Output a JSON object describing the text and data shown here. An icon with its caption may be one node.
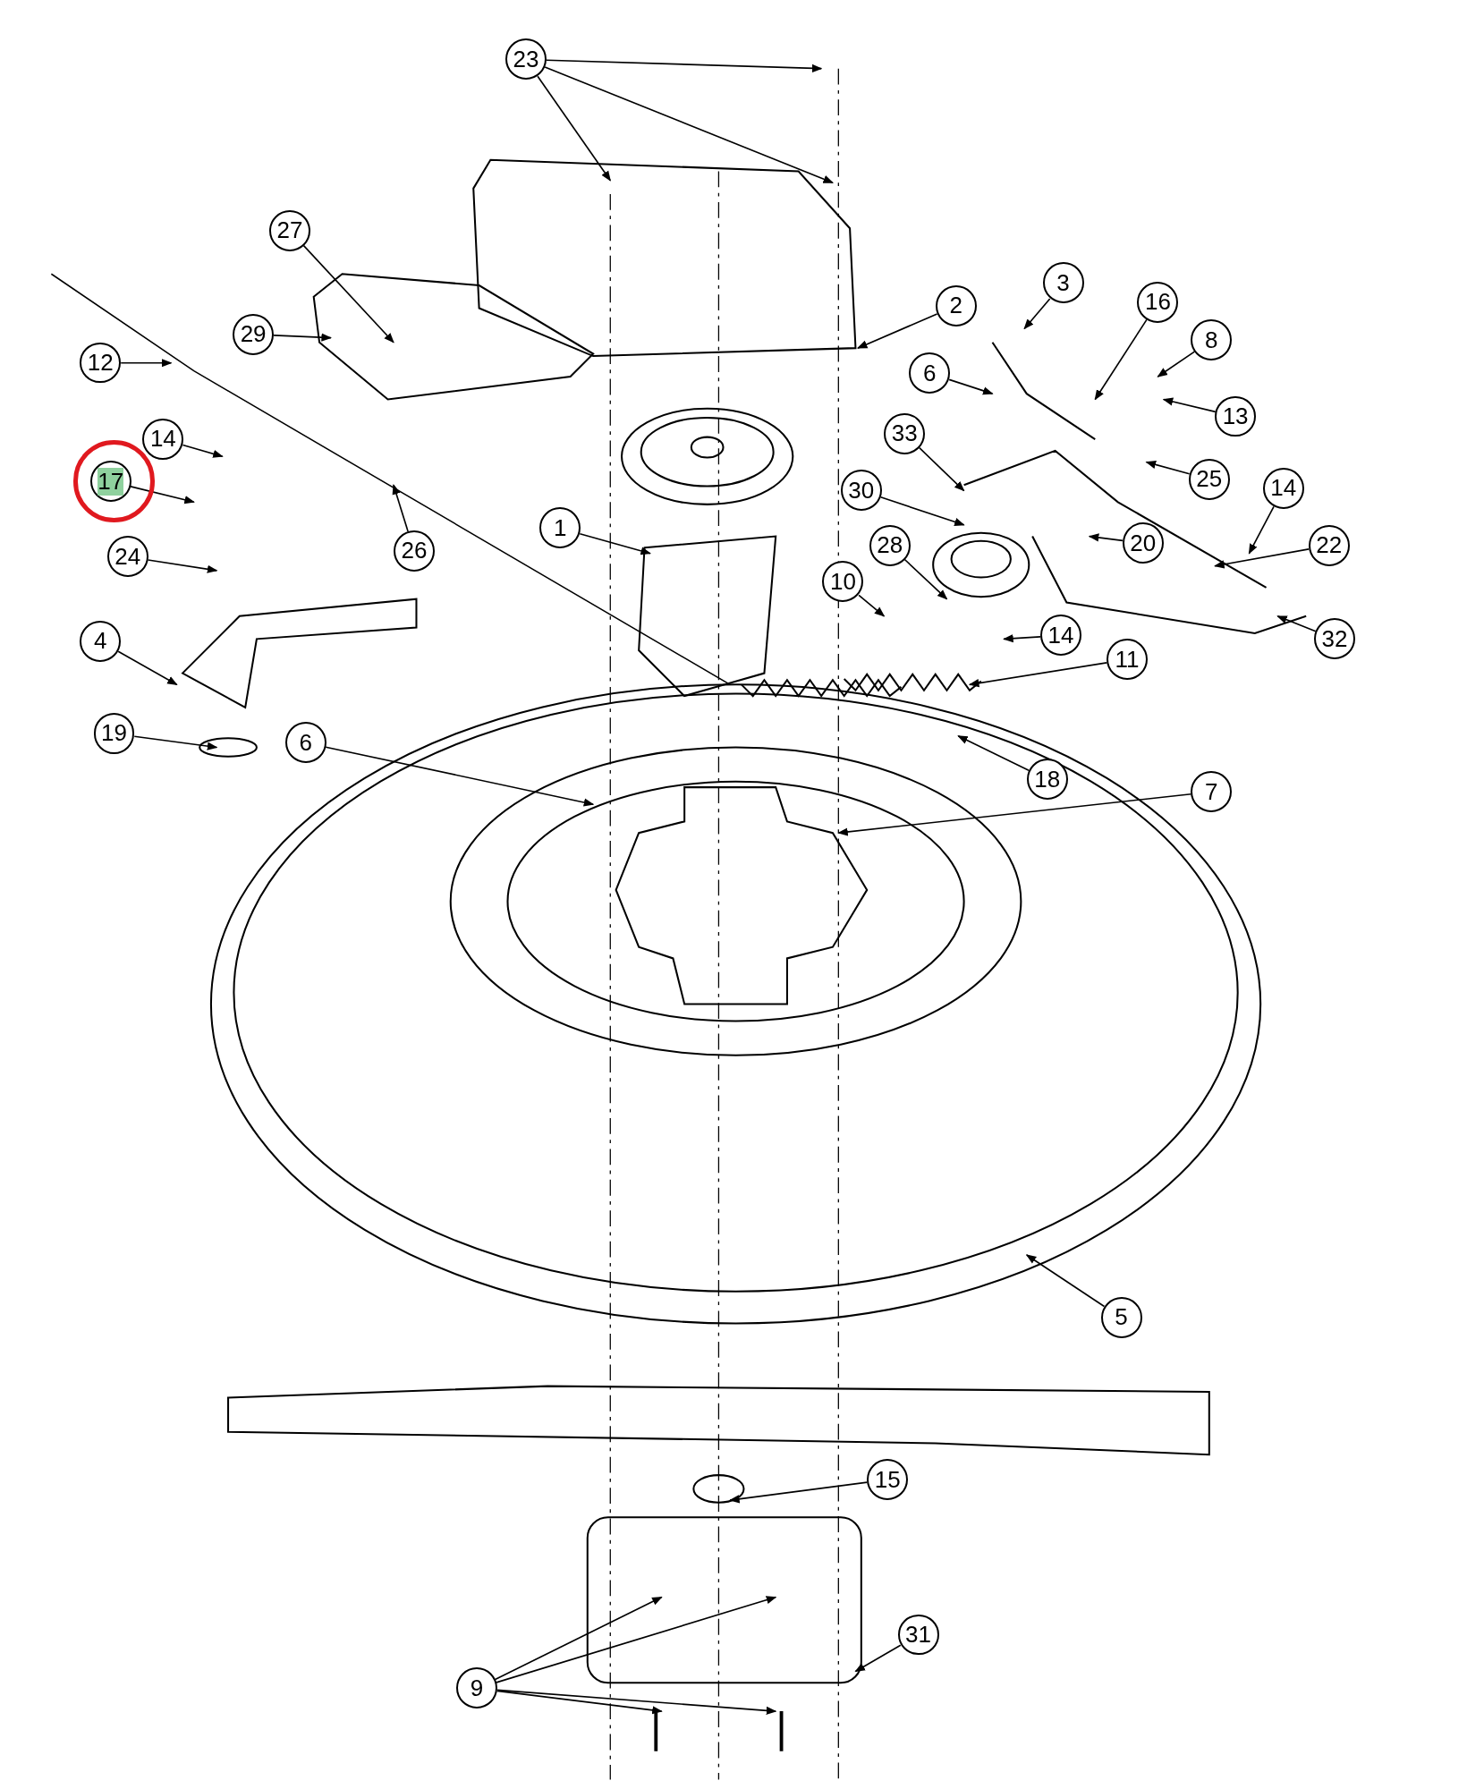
{
  "diagram": {
    "nodes": [
      {
        "text": [
          "23"
        ]
      },
      {
        "text": [
          "27"
        ]
      },
      {
        "text": [
          "29"
        ]
      },
      {
        "text": [
          "3"
        ]
      },
      {
        "text": [
          "2"
        ]
      },
      {
        "text": [
          "16"
        ]
      },
      {
        "text": [
          "8"
        ]
      },
      {
        "text": [
          "6"
        ]
      },
      {
        "text": [
          "12"
        ]
      },
      {
        "text": [
          "13"
        ]
      },
      {
        "text": [
          "33"
        ]
      },
      {
        "text": [],
        "shape": "circle"
      },
      {
        "text": [
          "14"
        ]
      },
      {
        "text": [
          "17"
        ],
        "in": 11
      },
      {
        "text": [
          "25"
        ]
      },
      {
        "text": [
          "30"
        ]
      },
      {
        "text": [
          "14"
        ]
      },
      {
        "text": [
          "1"
        ]
      },
      {
        "text": [
          "20"
        ]
      },
      {
        "text": [
          "26"
        ]
      },
      {
        "text": [
          "22"
        ]
      },
      {
        "text": [
          "24"
        ]
      },
      {
        "text": [
          "28"
        ]
      },
      {
        "text": [
          "10"
        ]
      },
      {
        "text": [
          "14"
        ]
      },
      {
        "text": [
          "32"
        ]
      },
      {
        "text": [
          "4"
        ]
      },
      {
        "text": [
          "11"
        ]
      },
      {
        "text": [
          "19"
        ]
      },
      {
        "text": [
          "6"
        ]
      },
      {
        "text": [
          "18"
        ]
      },
      {
        "text": [
          "7"
        ]
      },
      {
        "text": [
          "5"
        ]
      },
      {
        "text": [
          "15"
        ]
      },
      {
        "text": [
          "31"
        ]
      },
      {
        "text": [
          "9"
        ]
      }
    ],
    "edges": [
      {
        "from": 0,
        "to": null,
        "arrow": "to"
      },
      {
        "from": 0,
        "to": null,
        "arrow": "to"
      },
      {
        "from": 0,
        "to": null,
        "arrow": "to"
      },
      {
        "from": 1,
        "to": null,
        "arrow": "to"
      },
      {
        "from": 2,
        "to": null,
        "arrow": "to"
      },
      {
        "from": 3,
        "to": null,
        "arrow": "to"
      },
      {
        "from": 4,
        "to": null,
        "arrow": "to"
      },
      {
        "from": 5,
        "to": null,
        "arrow": "to"
      },
      {
        "from": 6,
        "to": null,
        "arrow": "to"
      },
      {
        "from": 7,
        "to": null,
        "arrow": "to"
      },
      {
        "from": 8,
        "to": null,
        "arrow": "to"
      },
      {
        "from": 9,
        "to": null,
        "arrow": "to"
      },
      {
        "from": 10,
        "to": null,
        "arrow": "to"
      },
      {
        "from": 12,
        "to": null,
        "arrow": "to"
      },
      {
        "from": 13,
        "to": null,
        "arrow": "to"
      },
      {
        "from": 14,
        "to": null,
        "arrow": "to"
      },
      {
        "from": 15,
        "to": null,
        "arrow": "to"
      },
      {
        "from": 16,
        "to": null,
        "arrow": "to"
      },
      {
        "from": 17,
        "to": null,
        "arrow": "to"
      },
      {
        "from": 18,
        "to": null,
        "arrow": "to"
      },
      {
        "from": 19,
        "to": null,
        "arrow": "to"
      },
      {
        "from": 20,
        "to": null,
        "arrow": "to"
      },
      {
        "from": 21,
        "to": null,
        "arrow": "to"
      },
      {
        "from": 22,
        "to": null,
        "arrow": "to"
      },
      {
        "from": 23,
        "to": null,
        "arrow": "to"
      },
      {
        "from": 24,
        "to": null,
        "arrow": "to"
      },
      {
        "from": 25,
        "to": null,
        "arrow": "to"
      },
      {
        "from": 26,
        "to": null,
        "arrow": "to"
      },
      {
        "from": 27,
        "to": null,
        "arrow": "to"
      },
      {
        "from": 28,
        "to": null,
        "arrow": "to"
      },
      {
        "from": 29,
        "to": null,
        "arrow": "to"
      },
      {
        "from": 30,
        "to": null,
        "arrow": "to"
      },
      {
        "from": 31,
        "to": null,
        "arrow": "to"
      },
      {
        "from": 32,
        "to": null,
        "arrow": "to"
      },
      {
        "from": 33,
        "to": null,
        "arrow": "to"
      },
      {
        "from": 34,
        "to": null,
        "arrow": "to"
      },
      {
        "from": 35,
        "to": null,
        "arrow": "to"
      },
      {
        "from": 35,
        "to": null,
        "arrow": "to"
      },
      {
        "from": 35,
        "to": null,
        "arrow": "to"
      },
      {
        "from": 35,
        "to": null,
        "arrow": "to"
      }
    ]
  }
}
